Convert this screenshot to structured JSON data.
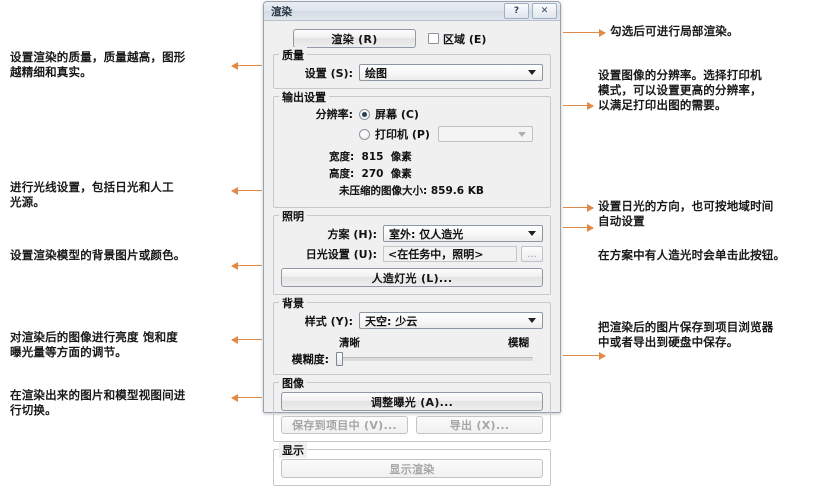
{
  "dialog": {
    "title": "渲染",
    "titlebar_buttons": [
      {
        "name": "help-button",
        "glyph": "?"
      },
      {
        "name": "close-button",
        "glyph": "✕"
      }
    ],
    "render_button": "渲染 (R)",
    "region_checkbox": {
      "label": "区域 (E)",
      "checked": false
    },
    "quality": {
      "group_title": "质量",
      "setting_label": "设置 (S):",
      "setting_value": "绘图"
    },
    "output": {
      "group_title": "输出设置",
      "resolution_label": "分辨率:",
      "screen_radio": "屏幕 (C)",
      "printer_radio": "打印机 (P)",
      "printer_combo_value": "",
      "selected": "screen",
      "width_line": "宽度:  815  像素",
      "height_line": "高度:  270  像素",
      "size_line": "未压缩的图像大小: 859.6 KB",
      "width_label": "宽度:",
      "width_value": "815",
      "width_unit": "像素",
      "height_label": "高度:",
      "height_value": "270",
      "height_unit": "像素",
      "size_label": "未压缩的图像大小:",
      "size_value": "859.6 KB"
    },
    "lighting": {
      "group_title": "照明",
      "scheme_label": "方案 (H):",
      "scheme_value": "室外: 仅人造光",
      "daylight_label": "日光设置 (U):",
      "daylight_value": "<在任务中，照明>",
      "daylight_browse": "...",
      "artificial_button": "人造灯光 (L)..."
    },
    "background": {
      "group_title": "背景",
      "style_label": "样式 (Y):",
      "style_value": "天空: 少云",
      "blur_label": "模糊度:",
      "blur_min_label": "清晰",
      "blur_max_label": "模糊",
      "blur_value": 0
    },
    "image": {
      "group_title": "图像",
      "adjust_button": "调整曝光 (A)...",
      "save_button": "保存到项目中 (V)...",
      "export_button": "导出 (X)..."
    },
    "display": {
      "group_title": "显示",
      "show_render_button": "显示渲染"
    }
  },
  "annotations": {
    "left": [
      {
        "id": "quality-note",
        "text": "设置渲染的质量，质量越高，图形\n越精细和真实。"
      },
      {
        "id": "lighting-note",
        "text": "进行光线设置，包括日光和人工\n光源。"
      },
      {
        "id": "background-note",
        "text": "设置渲染模型的背景图片或颜色。"
      },
      {
        "id": "exposure-note",
        "text": "对渲染后的图像进行亮度 饱和度\n曝光量等方面的调节。"
      },
      {
        "id": "display-note",
        "text": "在渲染出来的图片和模型视图间进\n行切换。"
      }
    ],
    "right": [
      {
        "id": "region-note",
        "text": "勾选后可进行局部渲染。"
      },
      {
        "id": "resolution-note",
        "text": "设置图像的分辨率。选择打印机\n模式，可以设置更高的分辨率，\n以满足打印出图的需要。"
      },
      {
        "id": "daylight-note",
        "text": "设置日光的方向，也可按地域时间\n自动设置"
      },
      {
        "id": "artificial-note",
        "text": "在方案中有人造光时会单击此按钮。"
      },
      {
        "id": "save-note",
        "text": "把渲染后的图片保存到项目浏览器\n中或者导出到硬盘中保存。"
      }
    ]
  },
  "colors": {
    "arrow": "#e08a4a",
    "dialog_bg": "#f0f0f0",
    "text": "#111111"
  }
}
